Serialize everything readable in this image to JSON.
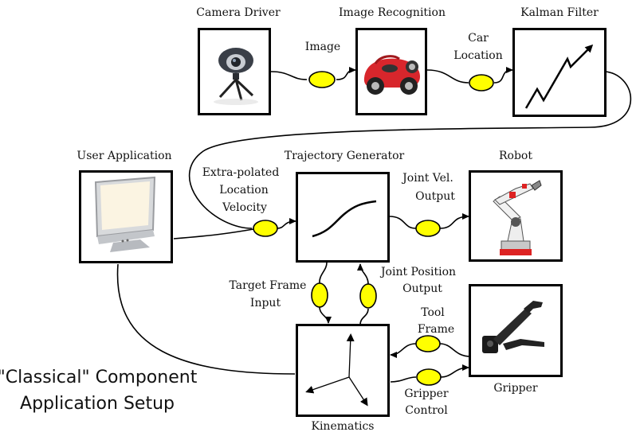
{
  "diagram": {
    "title_line1": "\"Classical\" Component",
    "title_line2": "Application Setup",
    "components": {
      "camera_driver": "Camera Driver",
      "image_recognition": "Image Recognition",
      "kalman_filter": "Kalman Filter",
      "user_application": "User Application",
      "trajectory_generator": "Trajectory Generator",
      "robot": "Robot",
      "gripper": "Gripper",
      "kinematics": "Kinematics"
    },
    "ports": {
      "image": "Image",
      "car_location_1": "Car",
      "car_location_2": "Location",
      "extrapolated_1": "Extra-polated",
      "extrapolated_2": "Location",
      "extrapolated_3": "Velocity",
      "joint_vel_1": "Joint Vel.",
      "joint_vel_2": "Output",
      "target_frame_1": "Target Frame",
      "target_frame_2": "Input",
      "joint_position_1": "Joint Position",
      "joint_position_2": "Output",
      "tool_frame_1": "Tool",
      "tool_frame_2": "Frame",
      "gripper_control_1": "Gripper",
      "gripper_control_2": "Control"
    },
    "colors": {
      "port_fill": "#ffff00",
      "box_border": "#000000"
    }
  }
}
